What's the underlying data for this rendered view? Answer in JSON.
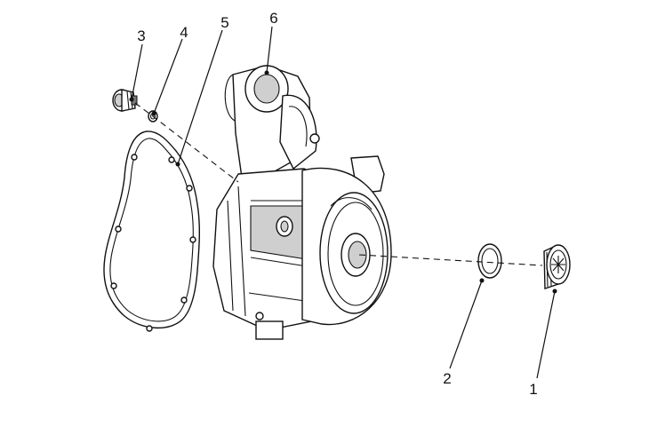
{
  "callouts": {
    "c1": "1",
    "c2": "2",
    "c3": "3",
    "c4": "4",
    "c5": "5",
    "c6": "6"
  },
  "parts": [
    {
      "callout": "1",
      "icon": "plug-cap-icon"
    },
    {
      "callout": "2",
      "icon": "o-ring-icon"
    },
    {
      "callout": "3",
      "icon": "bolt-plug-icon"
    },
    {
      "callout": "4",
      "icon": "washer-icon"
    },
    {
      "callout": "5",
      "icon": "gasket-icon"
    },
    {
      "callout": "6",
      "icon": "cover-housing-icon"
    }
  ],
  "colors": {
    "line": "#111111",
    "background": "#ffffff",
    "shade": "#cfcfcf"
  }
}
